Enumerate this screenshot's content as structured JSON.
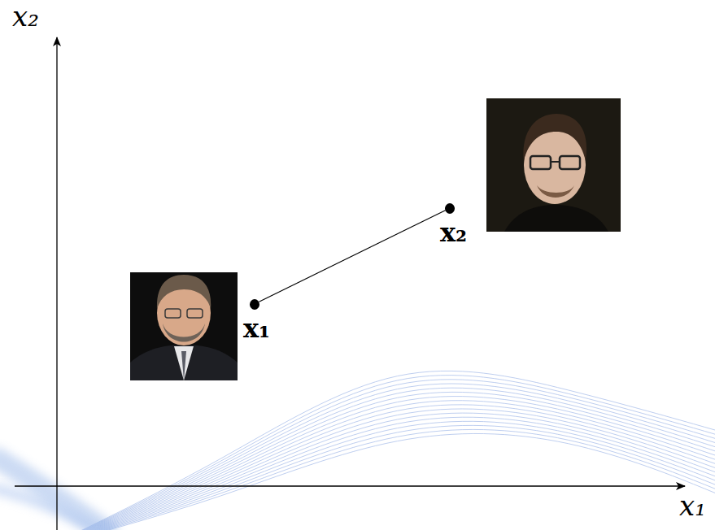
{
  "diagram": {
    "nodes": [
      {
        "text": [
          "x₁"
        ]
      },
      {
        "text": [
          "x₂"
        ]
      }
    ],
    "edges": [
      {
        "from": 0,
        "to": 1,
        "arrow": "none"
      }
    ],
    "labels": [
      "x₂",
      "x₁"
    ]
  }
}
